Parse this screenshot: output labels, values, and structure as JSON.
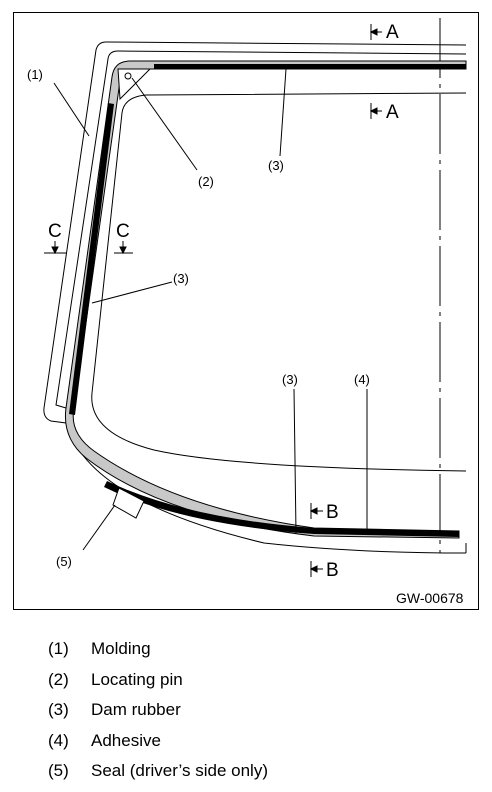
{
  "figure": {
    "code": "GW-00678",
    "callouts": {
      "c1": "(1)",
      "c2": "(2)",
      "c3a": "(3)",
      "c3b": "(3)",
      "c3c": "(3)",
      "c4": "(4)",
      "c5": "(5)"
    },
    "sections": {
      "a_top": "A",
      "a_bottom": "A",
      "b_top": "B",
      "b_bottom": "B",
      "c_left": "C",
      "c_right": "C"
    }
  },
  "legend": [
    {
      "num": "(1)",
      "text": "Molding"
    },
    {
      "num": "(2)",
      "text": "Locating pin"
    },
    {
      "num": "(3)",
      "text": "Dam rubber"
    },
    {
      "num": "(4)",
      "text": "Adhesive"
    },
    {
      "num": "(5)",
      "text": "Seal (driver’s side only)"
    }
  ]
}
